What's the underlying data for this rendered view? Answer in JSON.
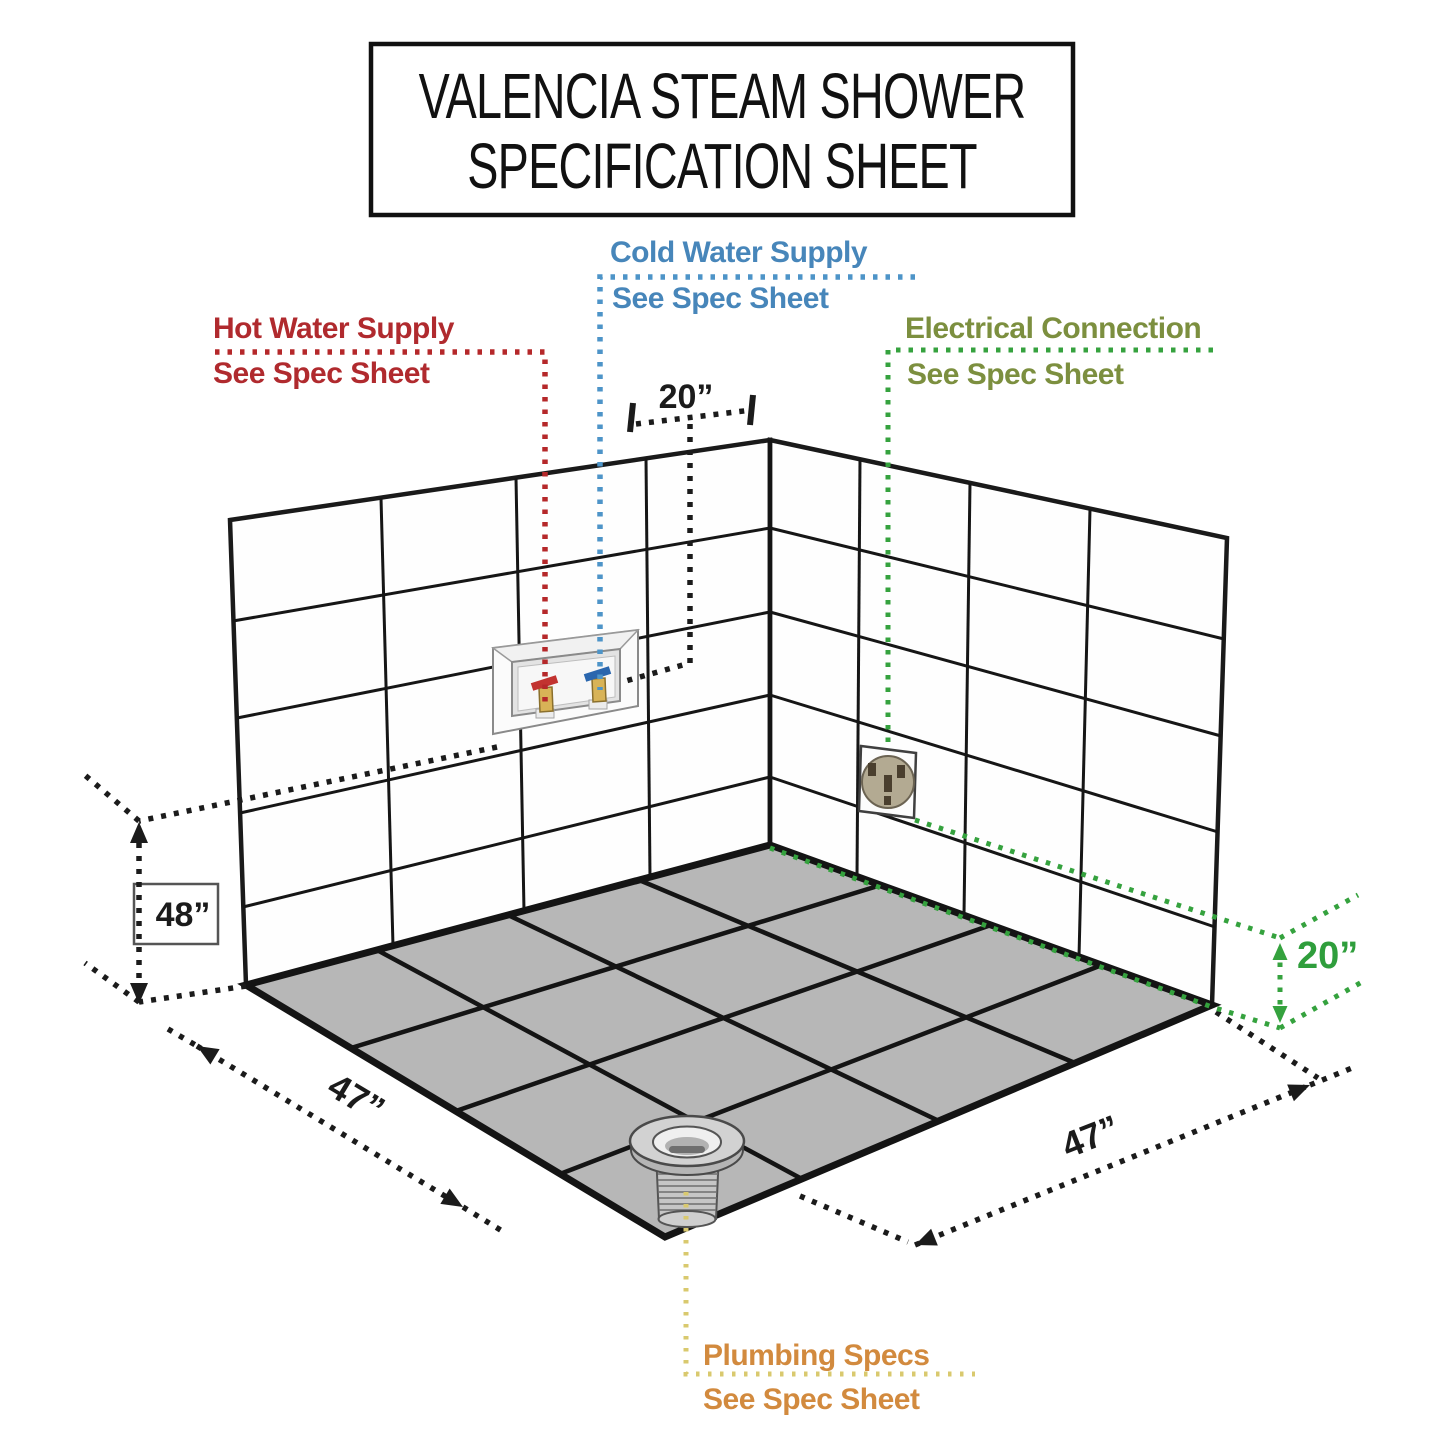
{
  "title": {
    "line1": "VALENCIA STEAM SHOWER",
    "line2": "SPECIFICATION SHEET"
  },
  "annotations": {
    "cold_water": {
      "line1": "Cold Water Supply",
      "line2": "See Spec Sheet",
      "color": "#4786ba"
    },
    "hot_water": {
      "line1": "Hot Water Supply",
      "line2": "See Spec Sheet",
      "color": "#b02a2e"
    },
    "electrical": {
      "line1": "Electrical Connection",
      "line2": "See Spec Sheet",
      "color": "#7c8f3f"
    },
    "plumbing": {
      "line1": "Plumbing Specs",
      "line2": "See Spec Sheet",
      "color": "#d28a3e"
    }
  },
  "dimensions": {
    "supply_offset": {
      "value": "20”",
      "color": "#1b1b1b"
    },
    "supply_height": {
      "value": "48”",
      "color": "#1b1b1b"
    },
    "floor_width_left": {
      "value": "47”",
      "color": "#1b1b1b"
    },
    "floor_width_right": {
      "value": "47”",
      "color": "#1b1b1b"
    },
    "outlet_height": {
      "value": "20”",
      "color": "#2f9e3c"
    }
  },
  "line_colors": {
    "hot": "#b5282a",
    "cold": "#4d94c8",
    "electrical": "#35a23e",
    "plumbing": "#d9c96e",
    "black": "#1b1b1b"
  }
}
